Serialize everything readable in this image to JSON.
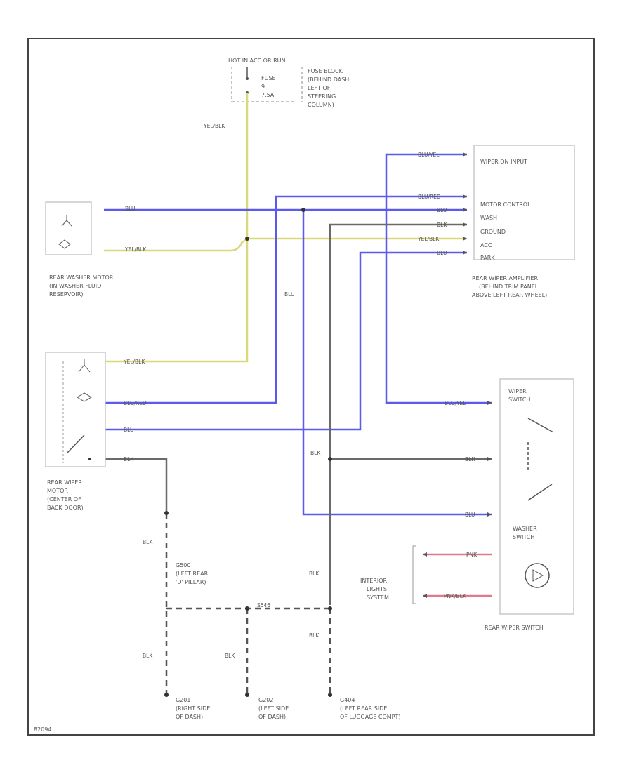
{
  "colors": {
    "border": "#444444",
    "blue": "#5a5af0",
    "yellow": "#d9d97a",
    "gray": "#6a6a6a",
    "pink": "#e07a8a",
    "box": "#c8c8c8",
    "text": "#555555"
  },
  "fuse": {
    "header": "HOT IN ACC OR RUN",
    "fuse_name": "FUSE",
    "fuse_num": "9",
    "fuse_amp": "7.5A",
    "location": [
      "FUSE BLOCK",
      "(BEHIND DASH,",
      "LEFT OF",
      "STEERING",
      "COLUMN)"
    ]
  },
  "components": {
    "washer_motor": [
      "REAR WASHER MOTOR",
      "(IN WASHER FLUID",
      "RESERVOIR)"
    ],
    "amplifier": [
      "REAR WIPER AMPLIFIER",
      "(BEHIND TRIM PANEL",
      "ABOVE LEFT REAR WHEEL)"
    ],
    "wiper_motor": [
      "REAR WIPER",
      "MOTOR",
      "(CENTER OF",
      "BACK DOOR)"
    ],
    "interior_lights": [
      "INTERIOR",
      "LIGHTS",
      "SYSTEM"
    ],
    "rear_wiper_switch": "REAR WIPER SWITCH",
    "wiper_switch": [
      "WIPER",
      "SWITCH"
    ],
    "washer_switch": [
      "WASHER",
      "SWITCH"
    ]
  },
  "amplifier_pins": [
    "WIPER ON INPUT",
    "MOTOR CONTROL",
    "WASH",
    "GROUND",
    "ACC",
    "PARK"
  ],
  "wires": {
    "yel_blk": "YEL/BLK",
    "blu": "BLU",
    "blk": "BLK",
    "blu_yel": "BLU/YEL",
    "blu_red": "BLU/RED",
    "pnk": "PNK",
    "pnk_blk": "PNK/BLK"
  },
  "grounds": {
    "g500": [
      "G500",
      "(LEFT REAR",
      "'D' PILLAR)"
    ],
    "g201": [
      "G201",
      "(RIGHT SIDE",
      "OF DASH)"
    ],
    "g202": [
      "G202",
      "(LEFT SIDE",
      "OF DASH)"
    ],
    "g404": [
      "G404",
      "(LEFT REAR SIDE",
      "OF LUGGAGE COMPT)"
    ]
  },
  "splice": "S546",
  "code": "82094"
}
